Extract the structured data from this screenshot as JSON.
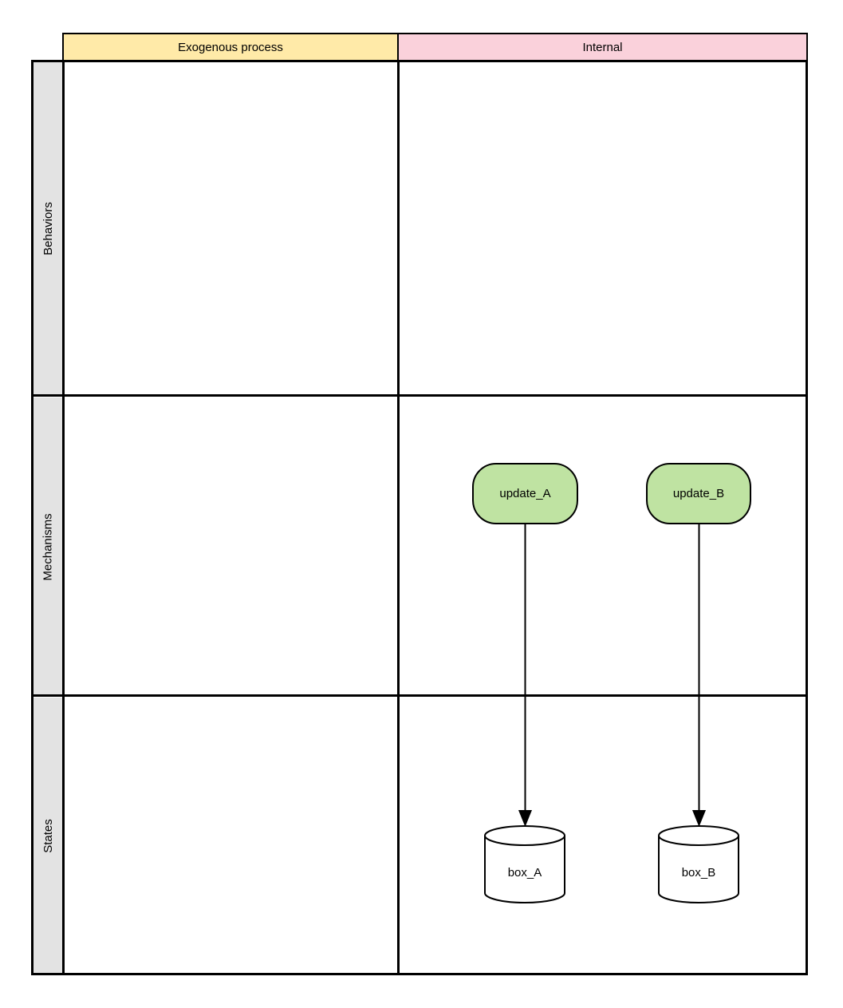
{
  "diagram": {
    "column_headers": [
      {
        "id": "exogenous",
        "label": "Exogenous process",
        "bg": "#FFEAA8"
      },
      {
        "id": "internal",
        "label": "Internal",
        "bg": "#FAD1DB"
      }
    ],
    "row_headers": [
      {
        "id": "behaviors",
        "label": "Behaviors"
      },
      {
        "id": "mechanisms",
        "label": "Mechanisms"
      },
      {
        "id": "states",
        "label": "States"
      }
    ],
    "row_header_bg": "#E3E3E3",
    "border_color": "#000000",
    "nodes": {
      "update_A": {
        "label": "update_A",
        "shape": "rounded-rectangle",
        "fill": "#BFE3A2",
        "row": "Mechanisms",
        "column": "Internal"
      },
      "update_B": {
        "label": "update_B",
        "shape": "rounded-rectangle",
        "fill": "#BFE3A2",
        "row": "Mechanisms",
        "column": "Internal"
      },
      "box_A": {
        "label": "box_A",
        "shape": "cylinder",
        "fill": "#FFFFFF",
        "row": "States",
        "column": "Internal"
      },
      "box_B": {
        "label": "box_B",
        "shape": "cylinder",
        "fill": "#FFFFFF",
        "row": "States",
        "column": "Internal"
      }
    },
    "edges": [
      {
        "from": "update_A",
        "to": "box_A",
        "style": "solid-arrow"
      },
      {
        "from": "update_B",
        "to": "box_B",
        "style": "solid-arrow"
      }
    ]
  }
}
